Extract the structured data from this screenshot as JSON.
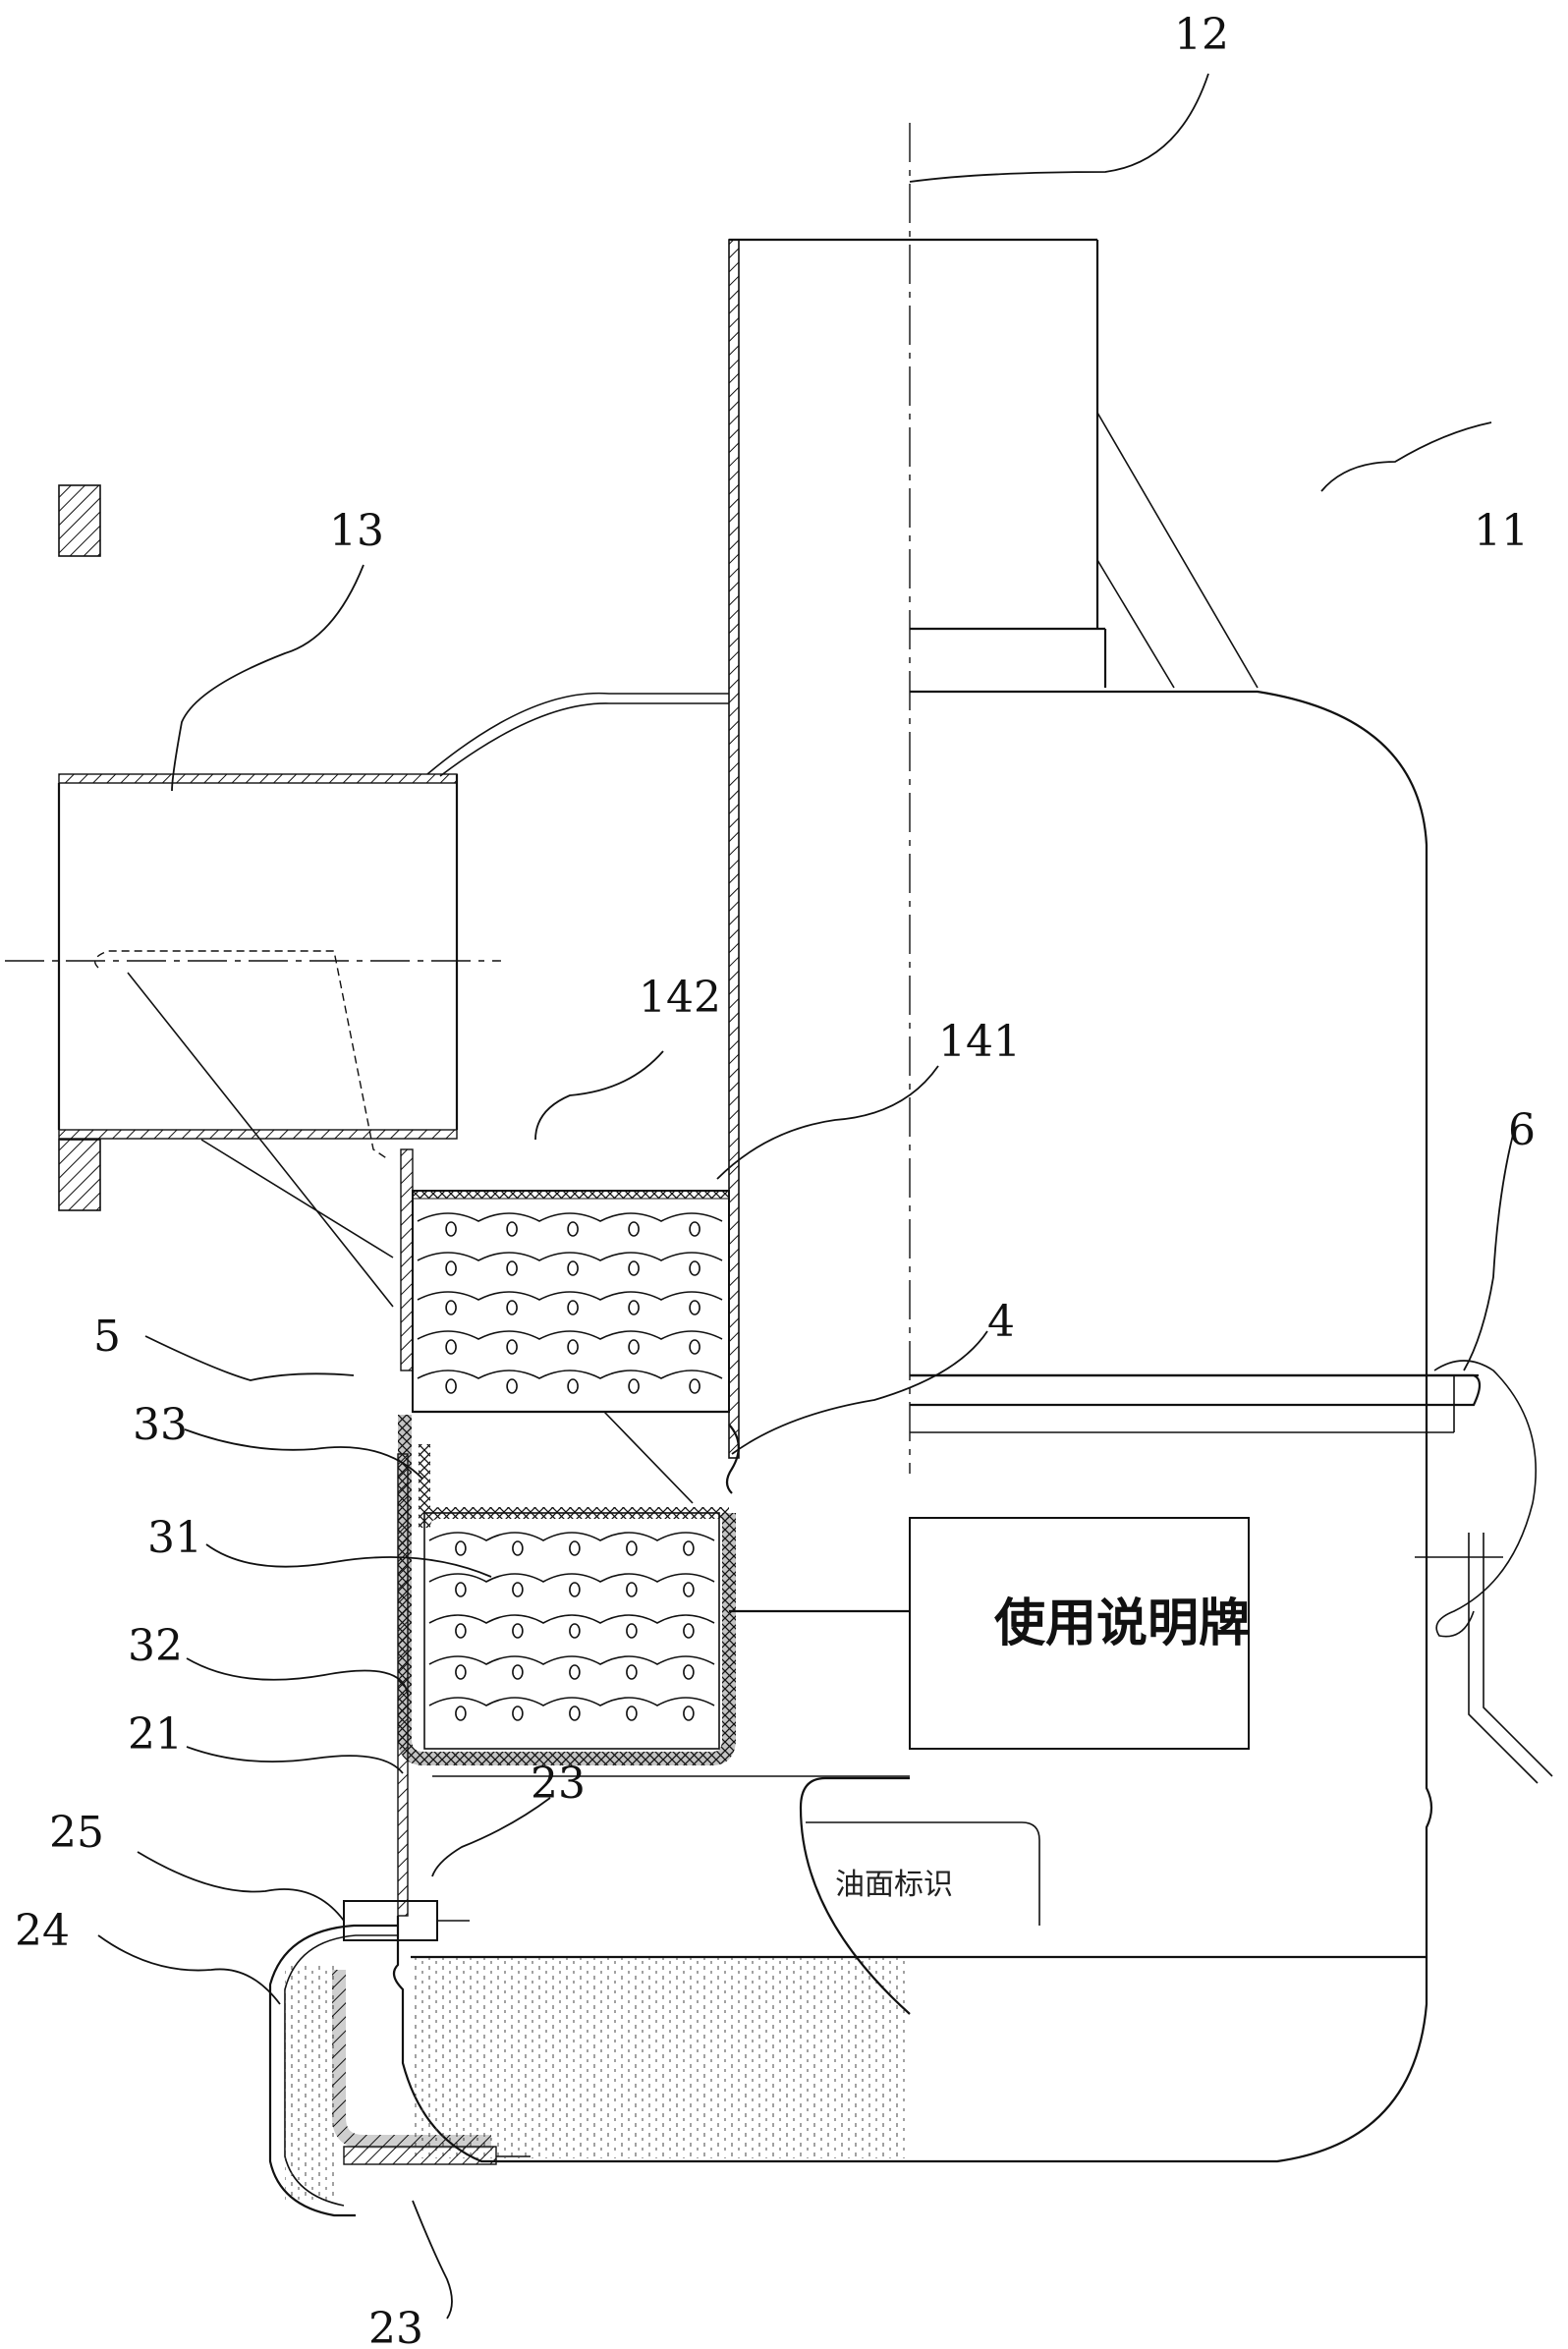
{
  "figure": {
    "type": "patent cross-section drawing",
    "subject": "oil-bath air filter assembly"
  },
  "labels": {
    "outlet_pipe": "12",
    "housing": "11",
    "inlet_pipe": "13",
    "upper_filter_outer": "142",
    "upper_filter_inner": "141",
    "latch_clip": "6",
    "seal_ring": "4",
    "gasket": "5",
    "lower_filter_frame": "33",
    "lower_filter_media": "31",
    "lower_filter_mesh": "32",
    "oil_cup_wall": "21",
    "drain_port_upper": "23",
    "return_tube": "25",
    "side_chamber": "24",
    "drain_port_lower": "23"
  },
  "annotations": {
    "nameplate_text": "使用说明牌",
    "oil_level_mark_text": "油面标识"
  }
}
